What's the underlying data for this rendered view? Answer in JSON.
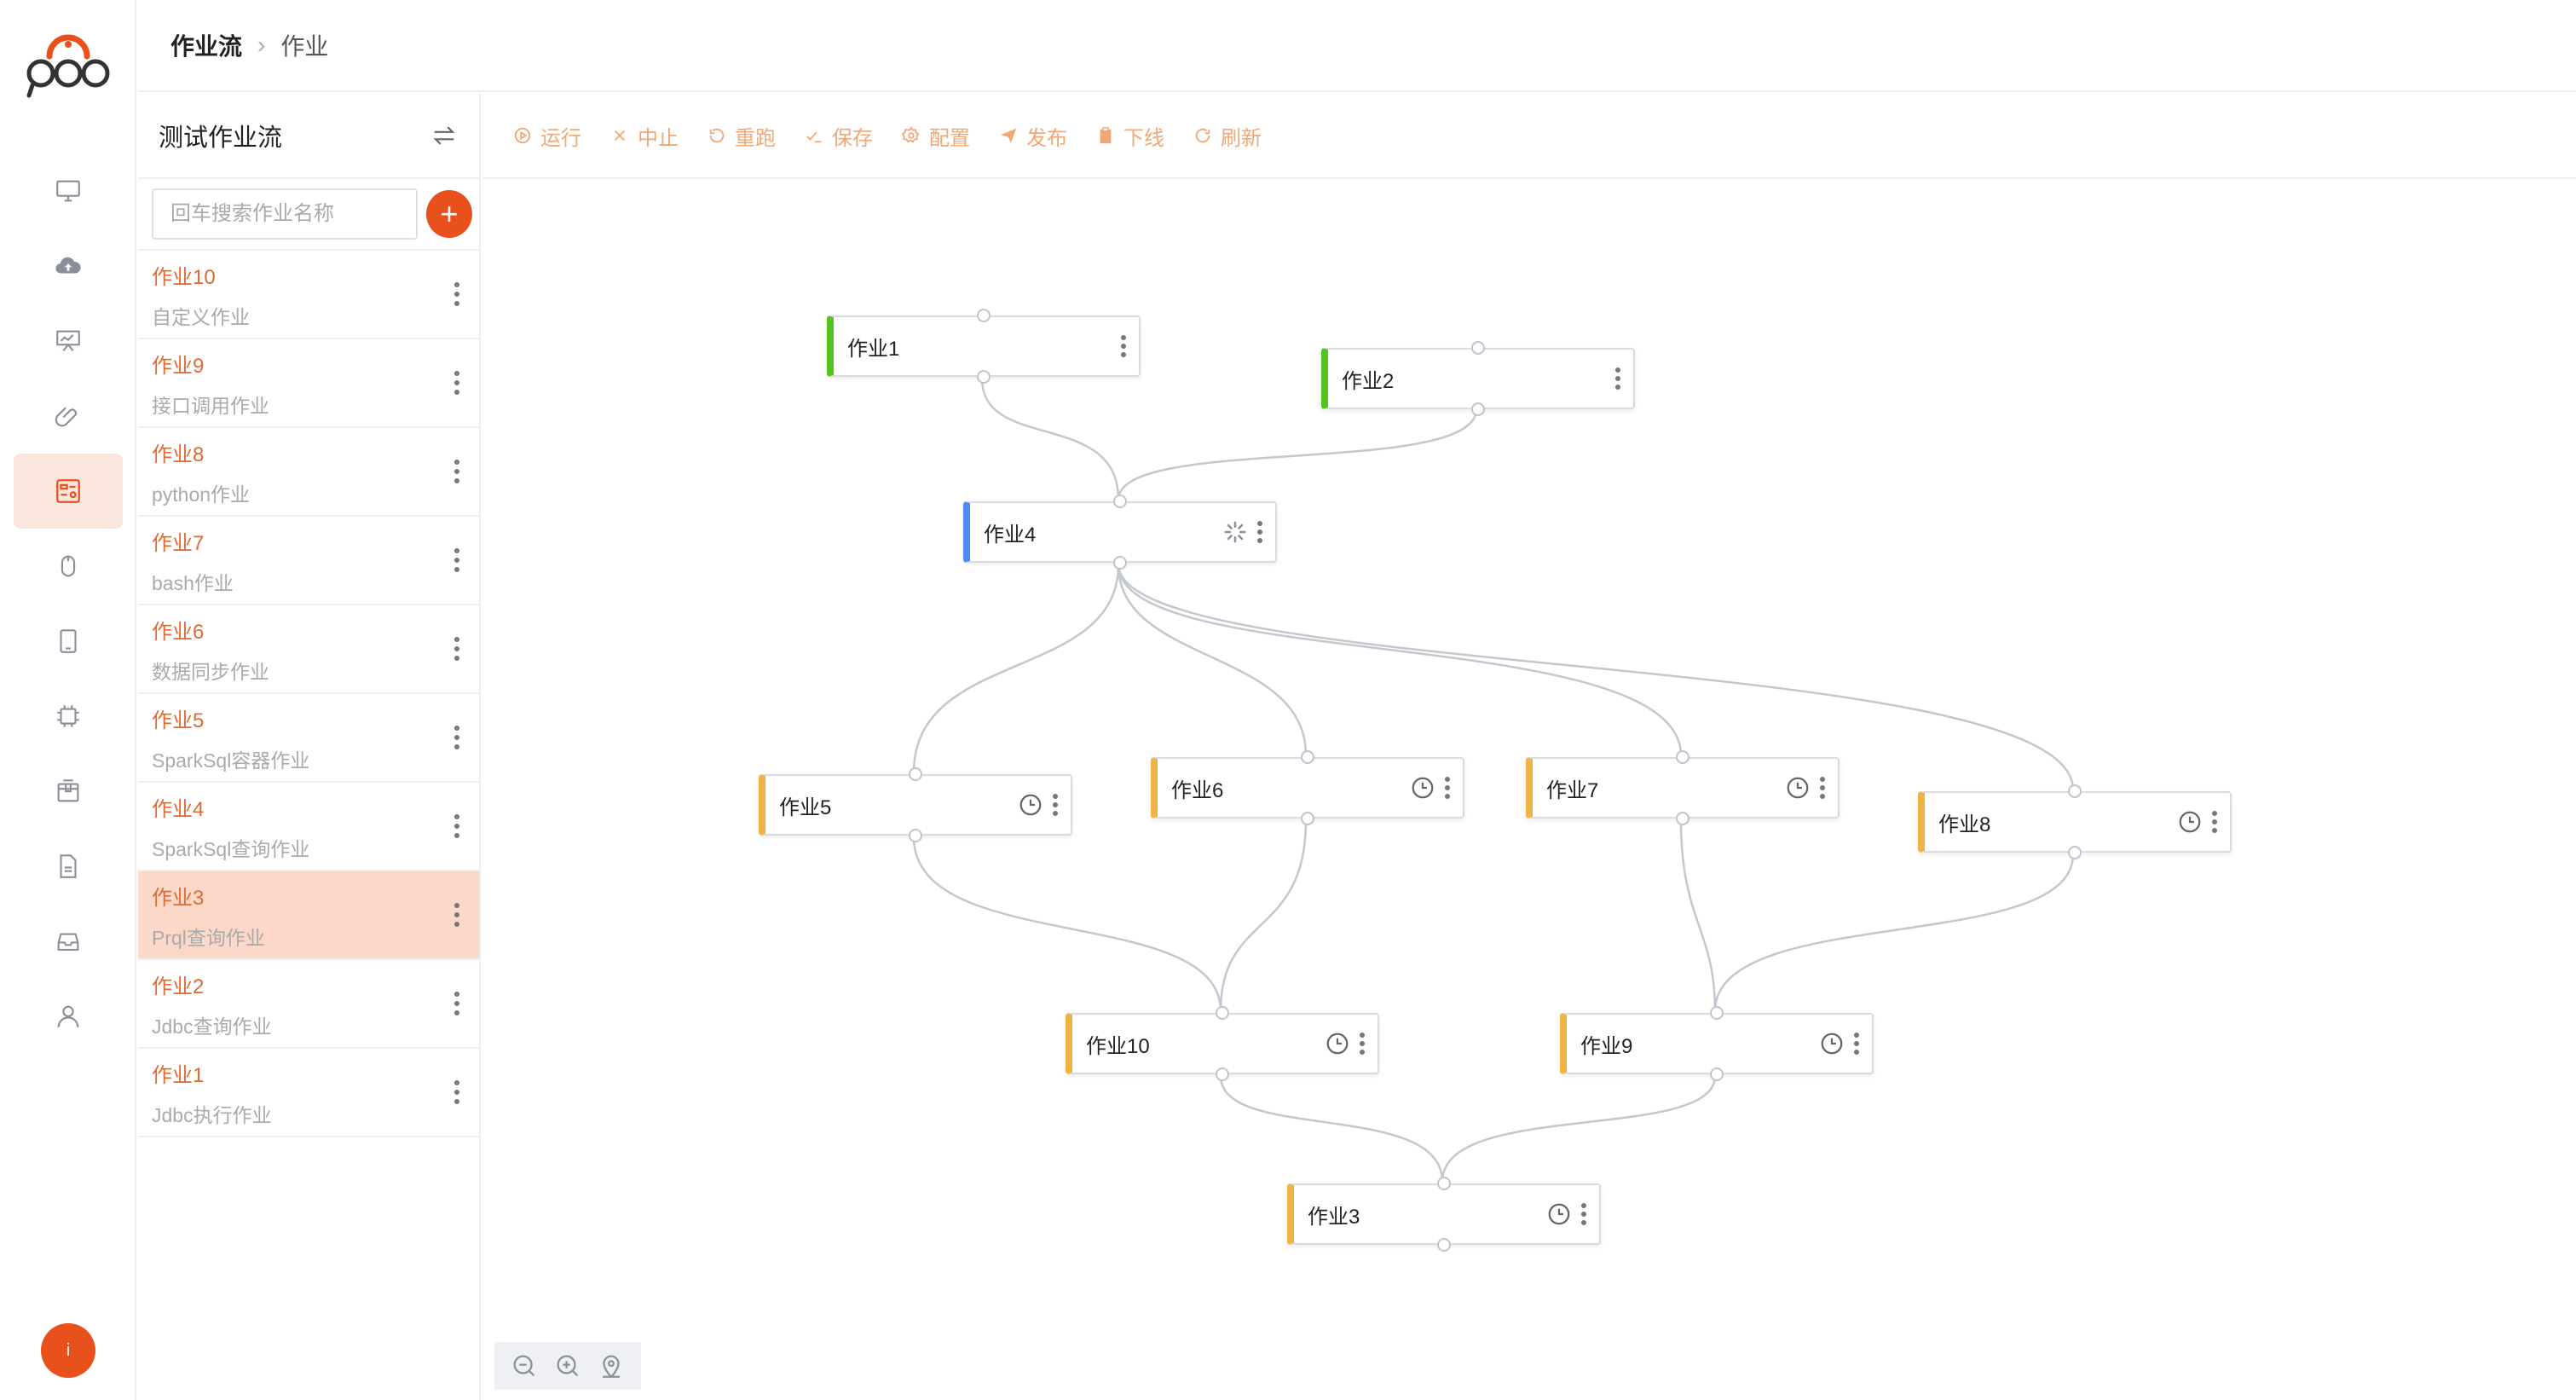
{
  "breadcrumb": {
    "root": "作业流",
    "current": "作业"
  },
  "panel": {
    "title": "测试作业流",
    "search_placeholder": "回车搜索作业名称",
    "add_label": "+",
    "jobs": [
      {
        "name": "作业10",
        "type": "自定义作业"
      },
      {
        "name": "作业9",
        "type": "接口调用作业"
      },
      {
        "name": "作业8",
        "type": "python作业"
      },
      {
        "name": "作业7",
        "type": "bash作业"
      },
      {
        "name": "作业6",
        "type": "数据同步作业"
      },
      {
        "name": "作业5",
        "type": "SparkSql容器作业"
      },
      {
        "name": "作业4",
        "type": "SparkSql查询作业"
      },
      {
        "name": "作业3",
        "type": "Prql查询作业"
      },
      {
        "name": "作业2",
        "type": "Jdbc查询作业"
      },
      {
        "name": "作业1",
        "type": "Jdbc执行作业"
      }
    ]
  },
  "toolbar": {
    "run": "运行",
    "stop": "中止",
    "rerun": "重跑",
    "save": "保存",
    "config": "配置",
    "publish": "发布",
    "offline": "下线",
    "refresh": "刷新"
  },
  "graph": {
    "nodes": {
      "n1": {
        "name": "作业1",
        "status": "success"
      },
      "n2": {
        "name": "作业2",
        "status": "success"
      },
      "n4": {
        "name": "作业4",
        "status": "running"
      },
      "n5": {
        "name": "作业5",
        "status": "pending"
      },
      "n6": {
        "name": "作业6",
        "status": "pending"
      },
      "n7": {
        "name": "作业7",
        "status": "pending"
      },
      "n8": {
        "name": "作业8",
        "status": "pending"
      },
      "n10": {
        "name": "作业10",
        "status": "pending"
      },
      "n9": {
        "name": "作业9",
        "status": "pending"
      },
      "n3": {
        "name": "作业3",
        "status": "pending"
      }
    },
    "edges": [
      [
        "n1",
        "n4"
      ],
      [
        "n2",
        "n4"
      ],
      [
        "n4",
        "n5"
      ],
      [
        "n4",
        "n6"
      ],
      [
        "n4",
        "n7"
      ],
      [
        "n4",
        "n8"
      ],
      [
        "n5",
        "n10"
      ],
      [
        "n6",
        "n10"
      ],
      [
        "n7",
        "n9"
      ],
      [
        "n8",
        "n9"
      ],
      [
        "n10",
        "n3"
      ],
      [
        "n9",
        "n3"
      ]
    ]
  },
  "user": {
    "avatar_initial": "i"
  },
  "colors": {
    "accent": "#e8501c",
    "success": "#52c41a",
    "running": "#4c8cf5",
    "pending": "#f0b444"
  }
}
